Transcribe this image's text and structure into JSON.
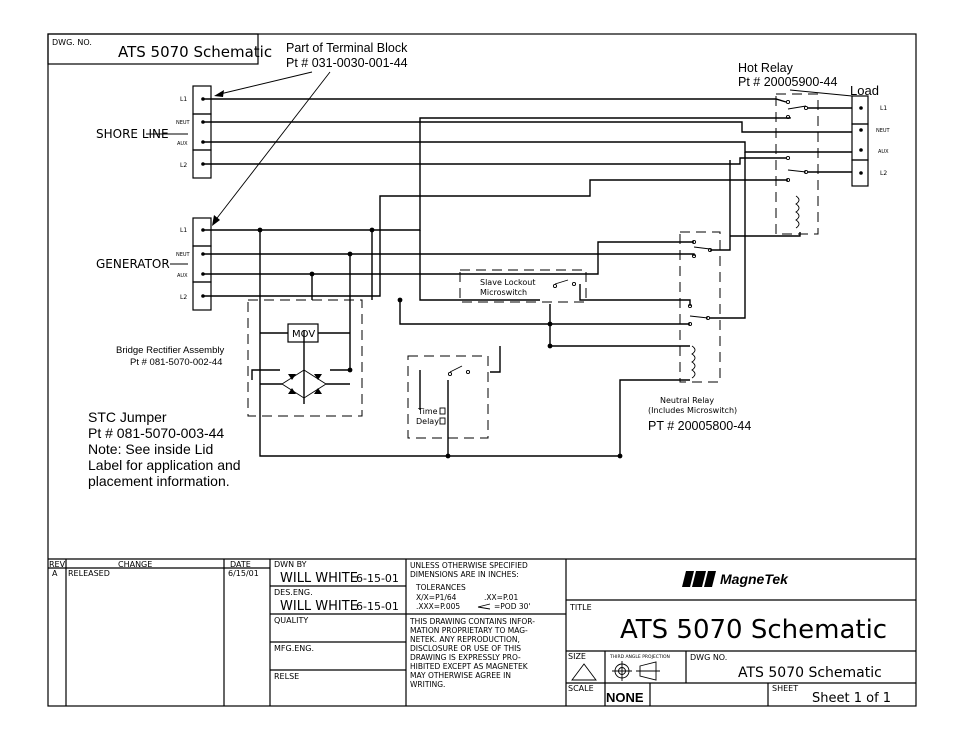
{
  "dwg_no_label": "DWG. NO.",
  "dwg_no_value": "ATS 5070 Schematic",
  "terminal_block": {
    "line1": "Part of Terminal Block",
    "line2": "Pt # 031-0030-001-44"
  },
  "hot_relay": {
    "line1": "Hot Relay",
    "line2": "Pt # 20005900-44"
  },
  "load_label": "Load",
  "shore_line_label": "SHORE LINE",
  "generator_label": "GENERATOR",
  "terminals": {
    "l1": "L1",
    "neut": "NEUT",
    "aux": "AUX",
    "l2": "L2"
  },
  "slave_lockout": {
    "line1": "Slave Lockout",
    "line2": "Microswitch"
  },
  "bridge_rectifier": {
    "line1": "Bridge Rectifier Assembly",
    "line2": "Pt # 081-5070-002-44"
  },
  "mov_label": "MOV",
  "time_delay": {
    "line1": "Time",
    "line2": "Delay"
  },
  "neutral_relay": {
    "line1": "Neutral Relay",
    "line2": "(Includes Microswitch)",
    "line3": "PT # 20005800-44"
  },
  "stc_jumper": {
    "line1": "STC Jumper",
    "line2": "Pt # 081-5070-003-44",
    "line3": "Note: See inside Lid",
    "line4": "Label for application and",
    "line5": "placement information."
  },
  "revision_block": {
    "col_rev": "REV",
    "col_change": "CHANGE",
    "col_date": "DATE",
    "row_rev": "A",
    "row_change": "RELEASED",
    "row_date": "6/15/01"
  },
  "approvals": {
    "dwn_by_label": "DWN BY",
    "dwn_by_value": "WILL WHITE",
    "dwn_by_date": "6-15-01",
    "des_eng_label": "DES.ENG.",
    "des_eng_value": "WILL WHITE",
    "des_eng_date": "6-15-01",
    "quality_label": "QUALITY",
    "mfg_eng_label": "MFG.ENG.",
    "relse_label": "RELSE"
  },
  "notes": {
    "line1": "UNLESS OTHERWISE SPECIFIED",
    "line2": "DIMENSIONS ARE IN INCHES:",
    "tol_title": "TOLERANCES",
    "tol_1": "X/X=P1/64",
    "tol_2": ".XX=P.01",
    "tol_3": ".XXX=P.005",
    "tol_4": "=POD 30'",
    "prop_1": "THIS DRAWING CONTAINS INFOR-",
    "prop_2": "MATION PROPRIETARY TO MAG-",
    "prop_3": "NETEK. ANY REPRODUCTION,",
    "prop_4": "DISCLOSURE OR USE OF THIS",
    "prop_5": "DRAWING IS EXPRESSLY PRO-",
    "prop_6": "HIBITED EXCEPT AS MAGNETEK",
    "prop_7": "MAY OTHERWISE AGREE IN",
    "prop_8": "WRITING."
  },
  "company": "MagneTek",
  "title_label": "TITLE",
  "title_value": "ATS 5070 Schematic",
  "size_label": "SIZE",
  "projection_label": "THIRD ANGLE PROJECTION",
  "dwg_no_label_2": "DWG NO.",
  "dwg_no_value_2": "ATS 5070 Schematic",
  "scale_label": "SCALE",
  "scale_value": "NONE",
  "sheet_label": "SHEET",
  "sheet_value": "Sheet 1 of 1"
}
